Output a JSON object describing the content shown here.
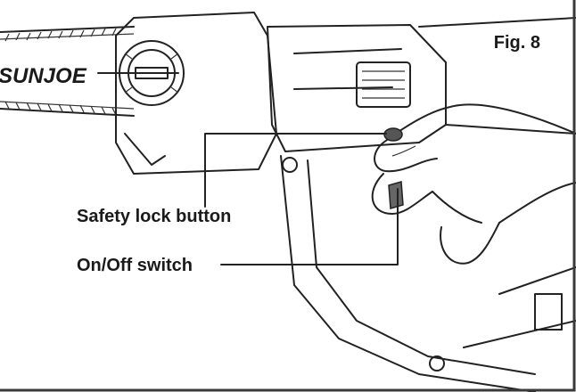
{
  "figure": {
    "label": "Fig. 8",
    "brand": "SUNJOE",
    "callouts": {
      "safety_lock": "Safety lock button",
      "on_off": "On/Off switch"
    }
  },
  "colors": {
    "background": "#ffffff",
    "line_art": "#222222",
    "frame": "#3a3a3a"
  }
}
